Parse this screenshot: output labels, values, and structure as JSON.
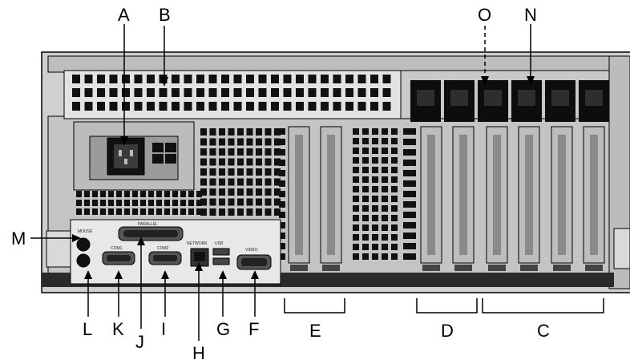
{
  "callouts": {
    "A": "A",
    "B": "B",
    "C": "C",
    "D": "D",
    "E": "E",
    "F": "F",
    "G": "G",
    "H": "H",
    "I": "I",
    "J": "J",
    "K": "K",
    "L": "L",
    "M": "M",
    "N": "N",
    "O": "O"
  },
  "port_labels": {
    "mouse": "MOUSE",
    "parallel": "PARALLEL",
    "com1": "COM1",
    "com2": "COM2",
    "network": "NETWORK",
    "usb": "USB",
    "video": "VIDEO"
  },
  "colors": {
    "chassis": "#c8c8c8",
    "chassis_dark": "#1a1a1a",
    "panel": "#e2e2e2",
    "fan_block": "#0d0d0d",
    "line": "#000000"
  }
}
